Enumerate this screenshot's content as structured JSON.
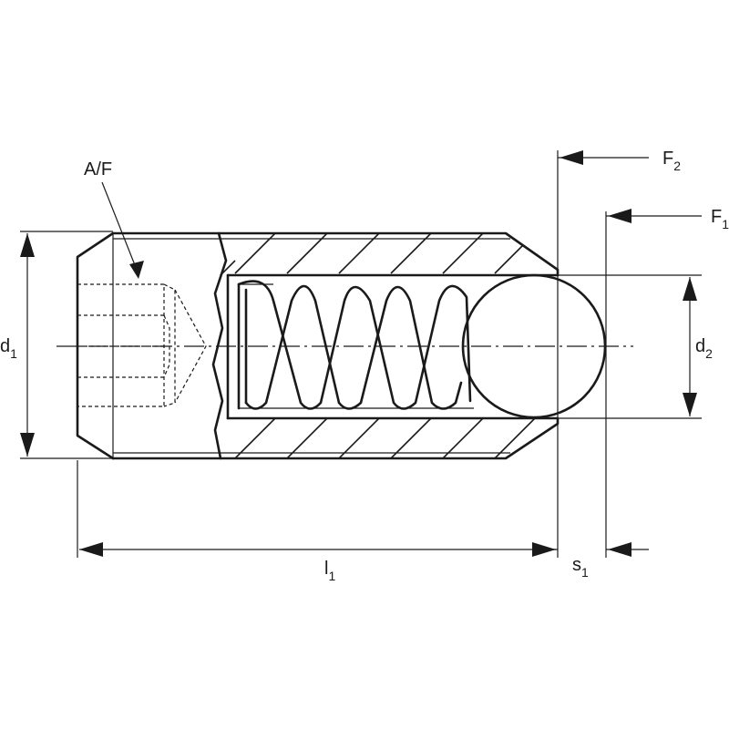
{
  "labels": {
    "af": "A/F",
    "f2_main": "F",
    "f2_sub": "2",
    "f1_main": "F",
    "f1_sub": "1",
    "d1_main": "d",
    "d1_sub": "1",
    "d2_main": "d",
    "d2_sub": "2",
    "l1_main": "l",
    "l1_sub": "1",
    "s1_main": "s",
    "s1_sub": "1"
  },
  "colors": {
    "line": "#1a1a1a",
    "background": "#ffffff"
  }
}
